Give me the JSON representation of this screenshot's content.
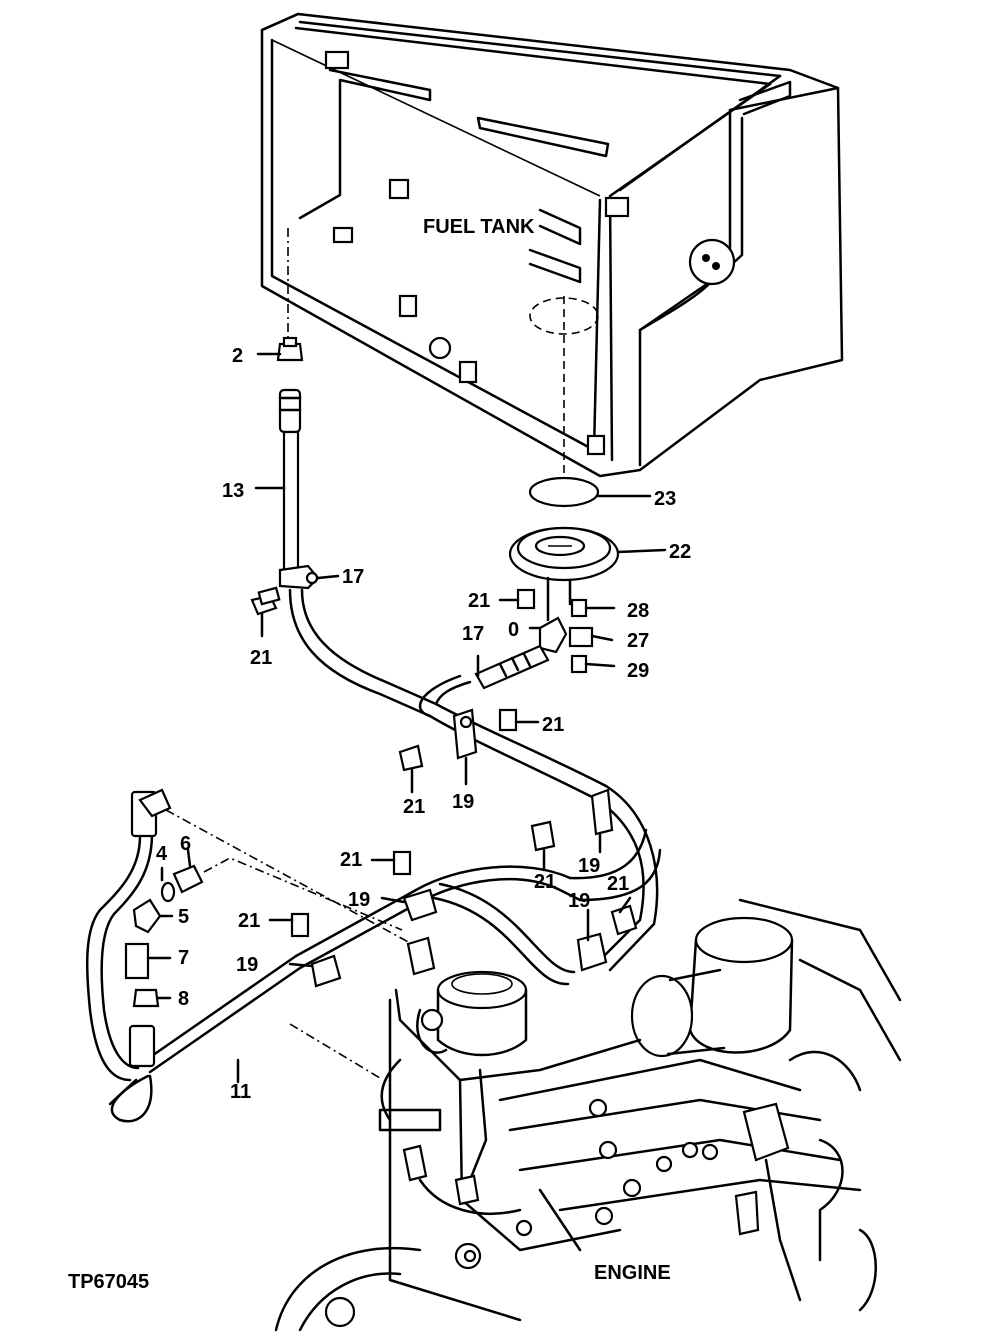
{
  "figure_id": "TP67045",
  "labels": {
    "fuel_tank": "FUEL TANK",
    "engine": "ENGINE"
  },
  "callouts": [
    {
      "key": "c2",
      "text": "2"
    },
    {
      "key": "c13",
      "text": "13"
    },
    {
      "key": "c17a",
      "text": "17"
    },
    {
      "key": "c21a",
      "text": "21"
    },
    {
      "key": "c23",
      "text": "23"
    },
    {
      "key": "c22",
      "text": "22"
    },
    {
      "key": "c21b",
      "text": "21"
    },
    {
      "key": "c28",
      "text": "28"
    },
    {
      "key": "c0",
      "text": "0"
    },
    {
      "key": "c27",
      "text": "27"
    },
    {
      "key": "c17b",
      "text": "17"
    },
    {
      "key": "c29",
      "text": "29"
    },
    {
      "key": "c21c",
      "text": "21"
    },
    {
      "key": "c21d",
      "text": "21"
    },
    {
      "key": "c19a",
      "text": "19"
    },
    {
      "key": "c6",
      "text": "6"
    },
    {
      "key": "c4",
      "text": "4"
    },
    {
      "key": "c21e",
      "text": "21"
    },
    {
      "key": "c19b",
      "text": "19"
    },
    {
      "key": "c21f",
      "text": "21"
    },
    {
      "key": "c19c",
      "text": "19"
    },
    {
      "key": "c21g",
      "text": "21"
    },
    {
      "key": "c19d",
      "text": "19"
    },
    {
      "key": "c5",
      "text": "5"
    },
    {
      "key": "c21h",
      "text": "21"
    },
    {
      "key": "c7",
      "text": "7"
    },
    {
      "key": "c19e",
      "text": "19"
    },
    {
      "key": "c8",
      "text": "8"
    },
    {
      "key": "c11",
      "text": "11"
    }
  ]
}
